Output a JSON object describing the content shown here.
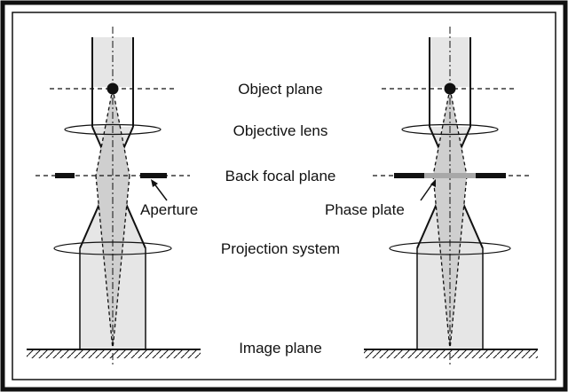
{
  "planes": {
    "object_plane": "Object plane",
    "objective_lens": "Objective lens",
    "back_focal_plane": "Back focal plane",
    "projection_system": "Projection system",
    "image_plane": "Image plane"
  },
  "left_setup": {
    "element_label": "Aperture"
  },
  "right_setup": {
    "element_label": "Phase plate"
  },
  "colors": {
    "frame": "#111111",
    "beam_fill": "#e6e6e6",
    "cone_fill": "#cfcfcf",
    "line": "#111111",
    "phase_plate": "#a8a8a8"
  }
}
